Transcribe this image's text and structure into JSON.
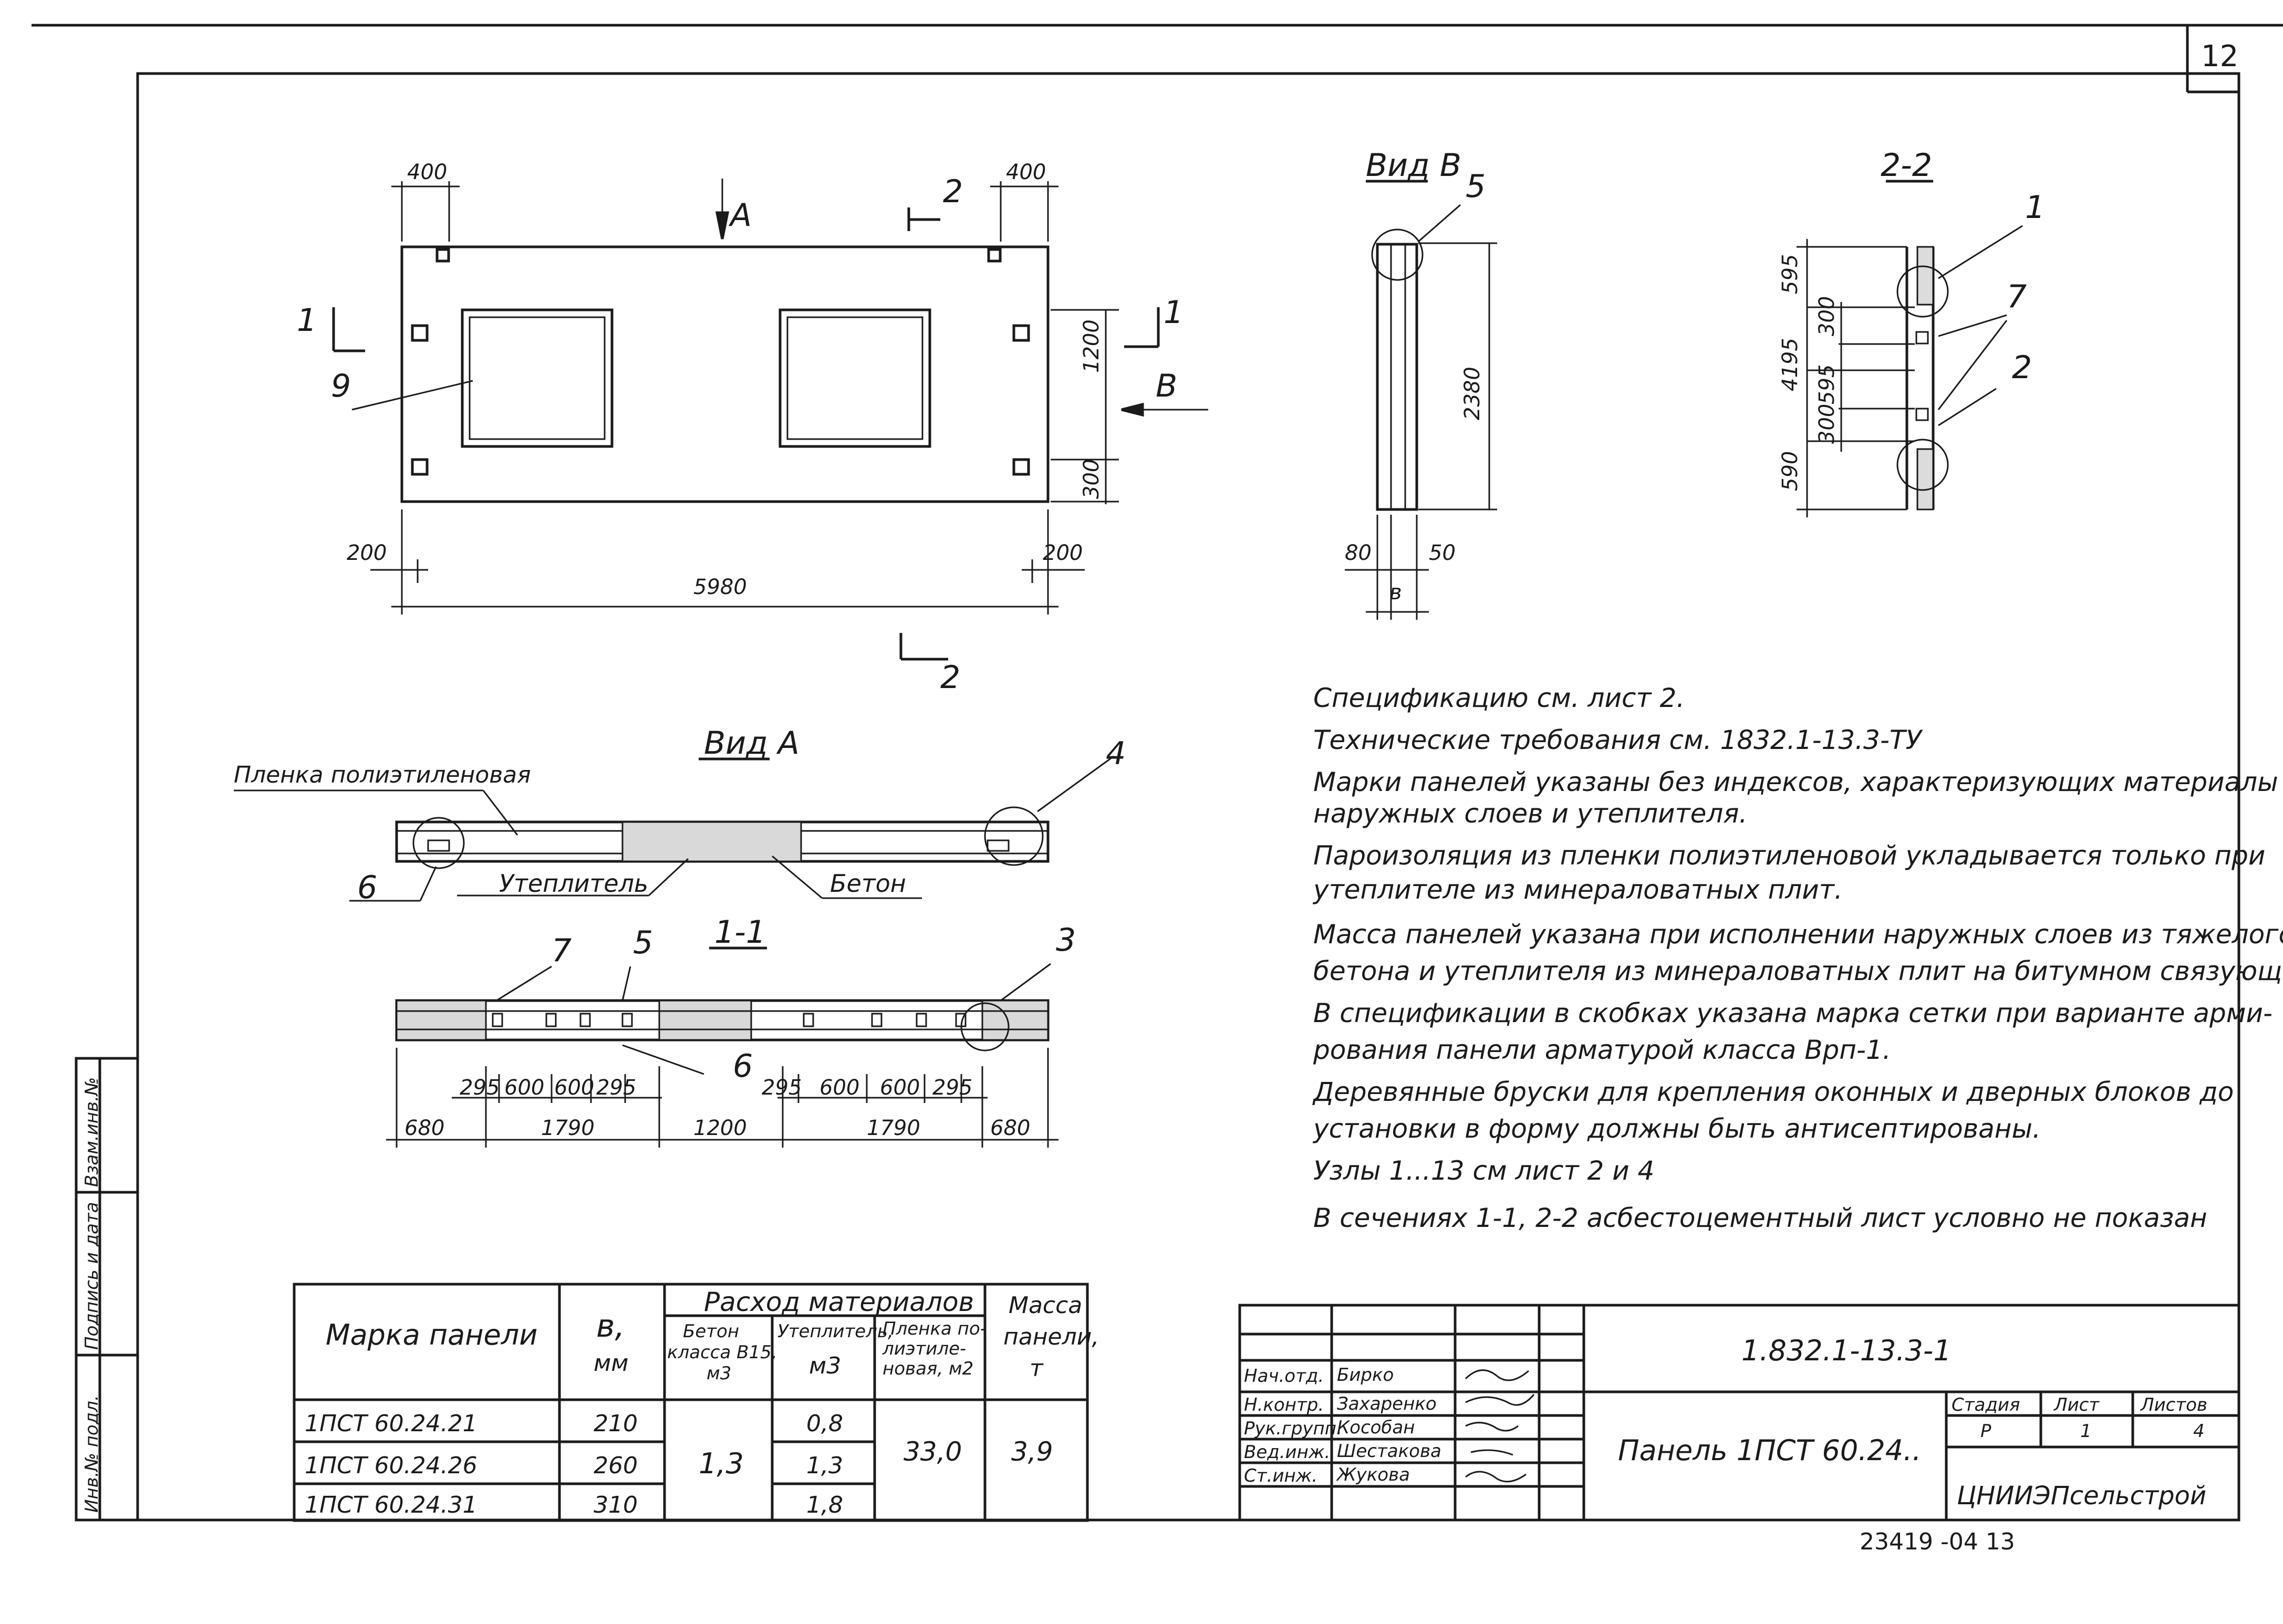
{
  "sheet_number": "12",
  "views": {
    "view_b_title": "Вид В",
    "section_22_title": "2-2",
    "view_a_title": "Вид А",
    "section_11_title": "1-1",
    "arrow_a": "А",
    "arrow_b": "В",
    "cut_2": "2",
    "cut_1": "1"
  },
  "elevation_dims": [
    "400",
    "400",
    "1200",
    "300",
    "200",
    "200",
    "5980"
  ],
  "view_b_dims": [
    "2380",
    "80",
    "50",
    "в"
  ],
  "section_22_dims": [
    "595",
    "300",
    "4195",
    "595",
    "300",
    "590"
  ],
  "section_11_dims_upper": [
    "295",
    "600",
    "600",
    "295",
    "295",
    "600",
    "600",
    "295"
  ],
  "section_11_dims_lower": [
    "680",
    "1790",
    "1200",
    "1790",
    "680"
  ],
  "callouts": [
    "9",
    "5",
    "1",
    "7",
    "2",
    "4",
    "6",
    "7",
    "5",
    "3",
    "6"
  ],
  "labels": {
    "film": "Пленка полиэтиленовая",
    "insulation": "Утеплитель",
    "concrete": "Бетон"
  },
  "notes": [
    "Спецификацию см. лист 2.",
    "Технические требования см. 1832.1-13.3-ТУ",
    "Марки панелей указаны без индексов, характеризующих материалы",
    "наружных слоев и утеплителя.",
    "Пароизоляция из пленки полиэтиленовой укладывается только при",
    "утеплителе из минераловатных плит.",
    "Масса панелей указана при исполнении наружных слоев из тяжелого",
    "бетона и утеплителя из минераловатных плит на битумном связующем.",
    "В спецификации в скобках указана марка сетки при варианте арми-",
    "рования панели арматурой класса Врп-1.",
    "Деревянные бруски для крепления оконных и дверных блоков до",
    "установки в форму должны быть антисептированы.",
    "Узлы 1...13 см лист 2 и 4",
    "В сечениях 1-1, 2-2 асбестоцементный лист условно не показан"
  ],
  "spec_table": {
    "h_mark": "Марка панели",
    "h_b": "в,",
    "h_b_unit": "мм",
    "h_consumption": "Расход материалов",
    "h_concrete": "Бетон",
    "h_concrete_sub": "класса В15,",
    "h_concrete_unit": "м3",
    "h_insul": "Утеплитель,",
    "h_insul_unit": "м3",
    "h_film": "Пленка по-",
    "h_film_sub": "лиэтиле-",
    "h_film_sub2": "новая, м2",
    "h_mass": "Масса",
    "h_mass_sub": "панели,",
    "h_mass_unit": "т",
    "rows": [
      {
        "mark": "1ПСТ 60.24.21",
        "b": "210",
        "insul": "0,8"
      },
      {
        "mark": "1ПСТ 60.24.26",
        "b": "260",
        "insul": "1,3"
      },
      {
        "mark": "1ПСТ 60.24.31",
        "b": "310",
        "insul": "1,8"
      }
    ],
    "concrete": "1,3",
    "film": "33,0",
    "mass": "3,9"
  },
  "title_block": {
    "roles": [
      "Нач.отд.",
      "Н.контр.",
      "Рук.групп.",
      "Вед.инж.",
      "Ст.инж."
    ],
    "names": [
      "Бирко",
      "Захаренко",
      "Кособан",
      "Шестакова",
      "Жукова"
    ],
    "doc_code": "1.832.1-13.3-1",
    "title": "Панель 1ПСТ 60.24..",
    "h_stage": "Стадия",
    "h_sheet": "Лист",
    "h_sheets": "Листов",
    "stage": "Р",
    "sheet": "1",
    "sheets": "4",
    "org": "ЦНИИЭПсельстрой"
  },
  "side_stamp": [
    "Инв.№ подл.",
    "Подпись и дата",
    "Взам.инв.№"
  ],
  "footer_code": "23419 -04 13"
}
